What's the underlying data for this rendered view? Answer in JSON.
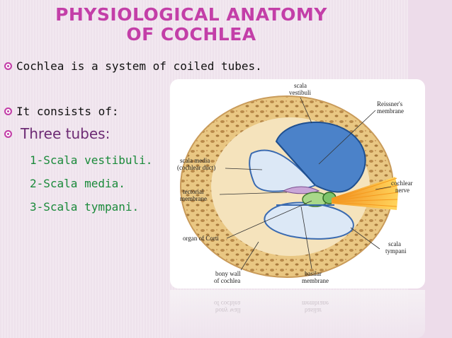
{
  "slide": {
    "title_line1": "PHYSIOLOGICAL ANATOMY",
    "title_line2": "OF COCHLEA"
  },
  "bullets": [
    {
      "text": "Cochlea is a system of coiled tubes."
    },
    {
      "text": "It consists of:"
    },
    {
      "text": "Three tubes:"
    }
  ],
  "sub_items": [
    "1-Scala vestibuli.",
    "2-Scala media.",
    "3-Scala tympani."
  ],
  "figure": {
    "labels": {
      "scala_vestibuli_1": "scala",
      "scala_vestibuli_2": "vestibuli",
      "reissners_1": "Reissner's",
      "reissners_2": "membrane",
      "scala_media_1": "scala media",
      "scala_media_2": "(cochlear duct)",
      "cochlear_nerve_1": "cochlear",
      "cochlear_nerve_2": "nerve",
      "tectorial_1": "tectorial",
      "tectorial_2": "membrane",
      "organ_of_corti": "organ of Corti",
      "scala_tympani_1": "scala",
      "scala_tympani_2": "tympani",
      "bony_wall_1": "bony wall",
      "bony_wall_2": "of cochlea",
      "basilar_1": "basilar",
      "basilar_2": "membrane"
    }
  },
  "colors": {
    "title": "#c33fa8",
    "sub_items": "#1a8a3a",
    "bullet_dot": "#c33fa8",
    "bone": "#e8c67f",
    "fluid": "#5b8fd0"
  }
}
